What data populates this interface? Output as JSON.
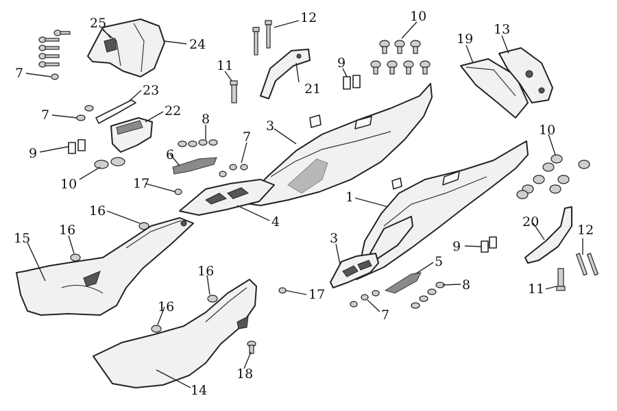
{
  "diagram": {
    "callouts": [
      {
        "id": "c25",
        "text": "25"
      },
      {
        "id": "c24",
        "text": "24"
      },
      {
        "id": "c7a",
        "text": "7"
      },
      {
        "id": "c12a",
        "text": "12"
      },
      {
        "id": "c10a",
        "text": "10"
      },
      {
        "id": "c19",
        "text": "19"
      },
      {
        "id": "c13",
        "text": "13"
      },
      {
        "id": "c11a",
        "text": "11"
      },
      {
        "id": "c21",
        "text": "21"
      },
      {
        "id": "c9a",
        "text": "9"
      },
      {
        "id": "c23",
        "text": "23"
      },
      {
        "id": "c7b",
        "text": "7"
      },
      {
        "id": "c22",
        "text": "22"
      },
      {
        "id": "c3a",
        "text": "3"
      },
      {
        "id": "c8a",
        "text": "8"
      },
      {
        "id": "c7c",
        "text": "7"
      },
      {
        "id": "c9b",
        "text": "9"
      },
      {
        "id": "c6",
        "text": "6"
      },
      {
        "id": "c10b",
        "text": "10"
      },
      {
        "id": "c10c",
        "text": "10"
      },
      {
        "id": "c17a",
        "text": "17"
      },
      {
        "id": "c1",
        "text": "1"
      },
      {
        "id": "c16a",
        "text": "16"
      },
      {
        "id": "c4",
        "text": "4"
      },
      {
        "id": "c20",
        "text": "20"
      },
      {
        "id": "c12b",
        "text": "12"
      },
      {
        "id": "c15",
        "text": "15"
      },
      {
        "id": "c16b",
        "text": "16"
      },
      {
        "id": "c3b",
        "text": "3"
      },
      {
        "id": "c9c",
        "text": "9"
      },
      {
        "id": "c5",
        "text": "5"
      },
      {
        "id": "c16c",
        "text": "16"
      },
      {
        "id": "c17b",
        "text": "17"
      },
      {
        "id": "c8b",
        "text": "8"
      },
      {
        "id": "c11b",
        "text": "11"
      },
      {
        "id": "c7d",
        "text": "7"
      },
      {
        "id": "c16d",
        "text": "16"
      },
      {
        "id": "c18",
        "text": "18"
      },
      {
        "id": "c14",
        "text": "14"
      }
    ]
  }
}
